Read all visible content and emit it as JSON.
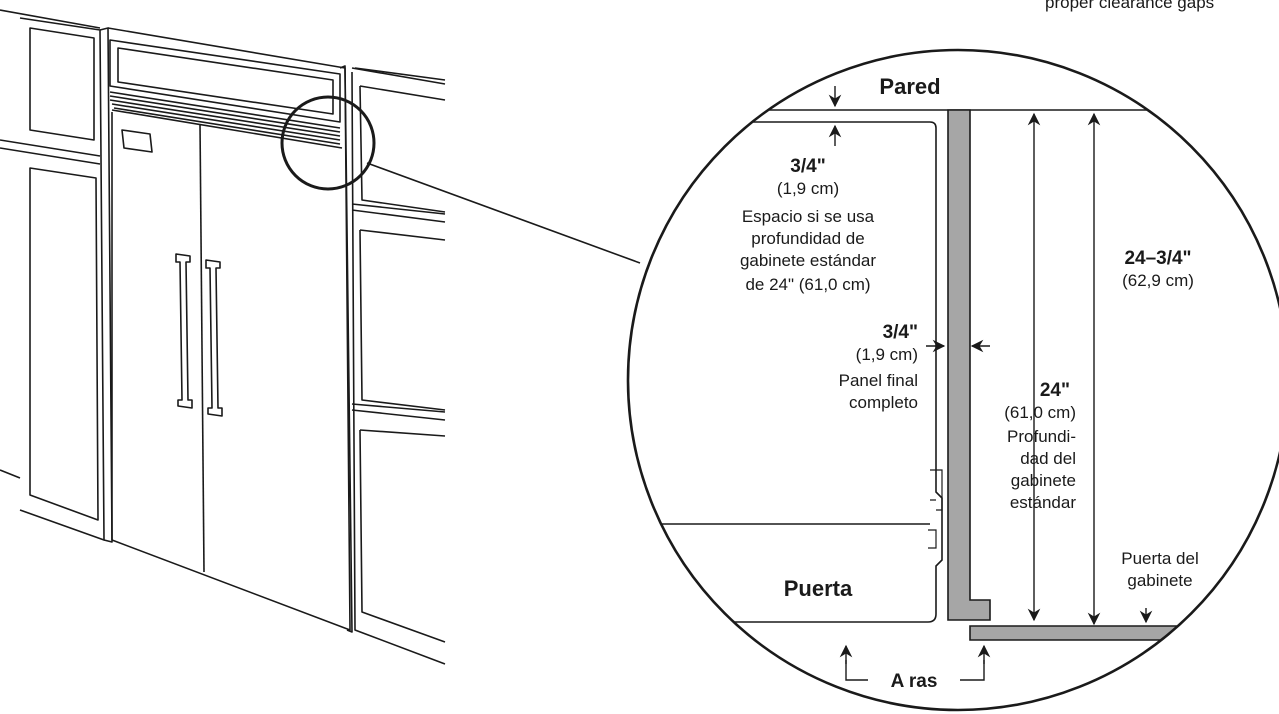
{
  "top_caption": "proper clearance gaps",
  "labels": {
    "wall": "Pared",
    "door": "Puerta",
    "flush": "A ras",
    "top_gap": {
      "value": "3/4\"",
      "metric": "(1,9 cm)",
      "desc": [
        "Espacio si se usa",
        "profundidad de",
        "gabinete estándar",
        "de 24\" (61,0 cm)"
      ]
    },
    "side_gap": {
      "value": "3/4\"",
      "metric": "(1,9 cm)",
      "desc": [
        "Panel final",
        "completo"
      ]
    },
    "total_depth": {
      "value": "24–3/4\"",
      "metric": "(62,9 cm)"
    },
    "cabinet_depth": {
      "value": "24\"",
      "metric": "(61,0 cm)",
      "desc": [
        "Profundi-",
        "dad del",
        "gabinete",
        "estándar"
      ]
    },
    "cabinet_door": [
      "Puerta del",
      "gabinete"
    ]
  },
  "colors": {
    "line": "#1a1a1a",
    "panel_fill": "#a6a6a6",
    "background": "#ffffff"
  }
}
